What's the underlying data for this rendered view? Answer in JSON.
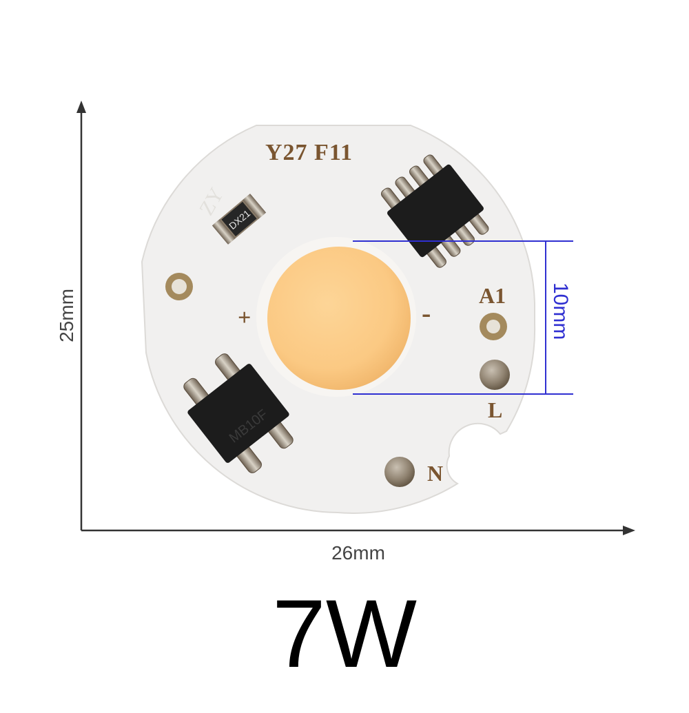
{
  "board": {
    "model_label": "Y27 F11",
    "resistor_code": "DX21",
    "bridge_code": "MB10F",
    "pad_labels": {
      "a1": "A1",
      "l": "L",
      "n": "N",
      "plus": "+",
      "minus": "-"
    }
  },
  "dimensions": {
    "width": "26mm",
    "height": "25mm",
    "led_diameter": "10mm"
  },
  "power": "7W",
  "colors": {
    "board": "#f1f0ef",
    "led": "#fbc983",
    "silkscreen": "#7a5530",
    "chip": "#1c1c1c",
    "pad": "#8b7258",
    "dimension_blue": "#2f2fd1",
    "axis": "#333333"
  }
}
